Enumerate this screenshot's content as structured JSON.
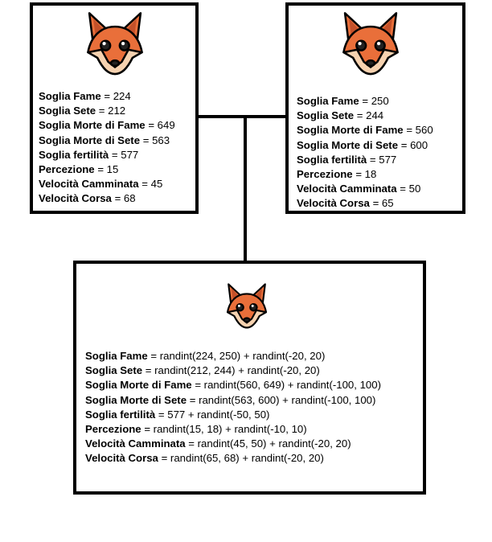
{
  "parent_left": {
    "rows": [
      {
        "label": "Soglia Fame",
        "value": "= 224"
      },
      {
        "label": "Soglia Sete",
        "value": "= 212"
      },
      {
        "label": "Soglia Morte di Fame",
        "value": "= 649"
      },
      {
        "label": "Soglia Morte di Sete",
        "value": "= 563"
      },
      {
        "label": "Soglia fertilità",
        "value": "= 577"
      },
      {
        "label": "Percezione",
        "value": "= 15"
      },
      {
        "label": "Velocità Camminata",
        "value": "= 45"
      },
      {
        "label": "Velocità Corsa",
        "value": "= 68"
      }
    ]
  },
  "parent_right": {
    "rows": [
      {
        "label": "Soglia Fame",
        "value": "= 250"
      },
      {
        "label": "Soglia Sete",
        "value": "= 244"
      },
      {
        "label": "Soglia Morte di Fame",
        "value": "= 560"
      },
      {
        "label": "Soglia Morte di Sete",
        "value": "= 600"
      },
      {
        "label": "Soglia fertilità",
        "value": "= 577"
      },
      {
        "label": "Percezione",
        "value": "= 18"
      },
      {
        "label": "Velocità Camminata",
        "value": "= 50"
      },
      {
        "label": "Velocità Corsa",
        "value": "= 65"
      }
    ]
  },
  "child": {
    "rows": [
      {
        "label": "Soglia Fame",
        "value": "= randint(224, 250) + randint(-20, 20)"
      },
      {
        "label": "Soglia Sete",
        "value": "= randint(212, 244) + randint(-20, 20)"
      },
      {
        "label": "Soglia Morte di Fame",
        "value": "= randint(560, 649) + randint(-100, 100)"
      },
      {
        "label": "Soglia Morte di Sete",
        "value": "= randint(563, 600) + randint(-100, 100)"
      },
      {
        "label": "Soglia fertilità",
        "value": "= 577 + randint(-50, 50)"
      },
      {
        "label": "Percezione",
        "value": "= randint(15, 18) + randint(-10, 10)"
      },
      {
        "label": "Velocità Camminata",
        "value": "= randint(45, 50) + randint(-20, 20)"
      },
      {
        "label": "Velocità Corsa",
        "value": "= randint(65, 68) + randint(-20, 20)"
      }
    ]
  },
  "colors": {
    "fox_orange": "#e96f3a",
    "fox_dark": "#c4512a",
    "fox_cream": "#f6d2b0",
    "outline": "#000000"
  },
  "icons": [
    "fox-face-icon"
  ]
}
